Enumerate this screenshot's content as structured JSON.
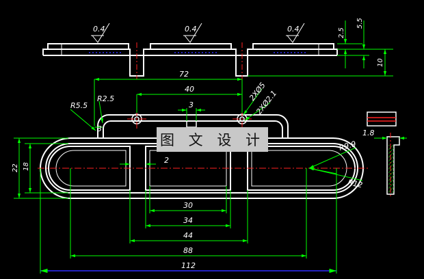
{
  "drawing": {
    "watermark": "图 文 设 计",
    "roughness": [
      "0.4",
      "0.4",
      "0.4"
    ],
    "dims": {
      "d72": "72",
      "d40": "40",
      "d3": "3",
      "d2": "2",
      "d30": "30",
      "d34": "34",
      "d44": "44",
      "d88": "88",
      "d112": "112",
      "d22": "22",
      "d18": "18",
      "d3s": "3",
      "r55": "R5.5",
      "r25": "R2.5",
      "hole5": "2XØ5",
      "hole21": "2XØ2.1",
      "r99": "R9.9",
      "r12": "R12",
      "v25": "2.5",
      "v55": "5.5",
      "v10": "10",
      "v18": "1.8"
    },
    "colors": {
      "outline": "#ffffff",
      "dimension": "#00ff00",
      "centerline": "#ff2020",
      "hidden": "#3030ff",
      "hatch": "#00aa00",
      "background": "#000000"
    }
  }
}
